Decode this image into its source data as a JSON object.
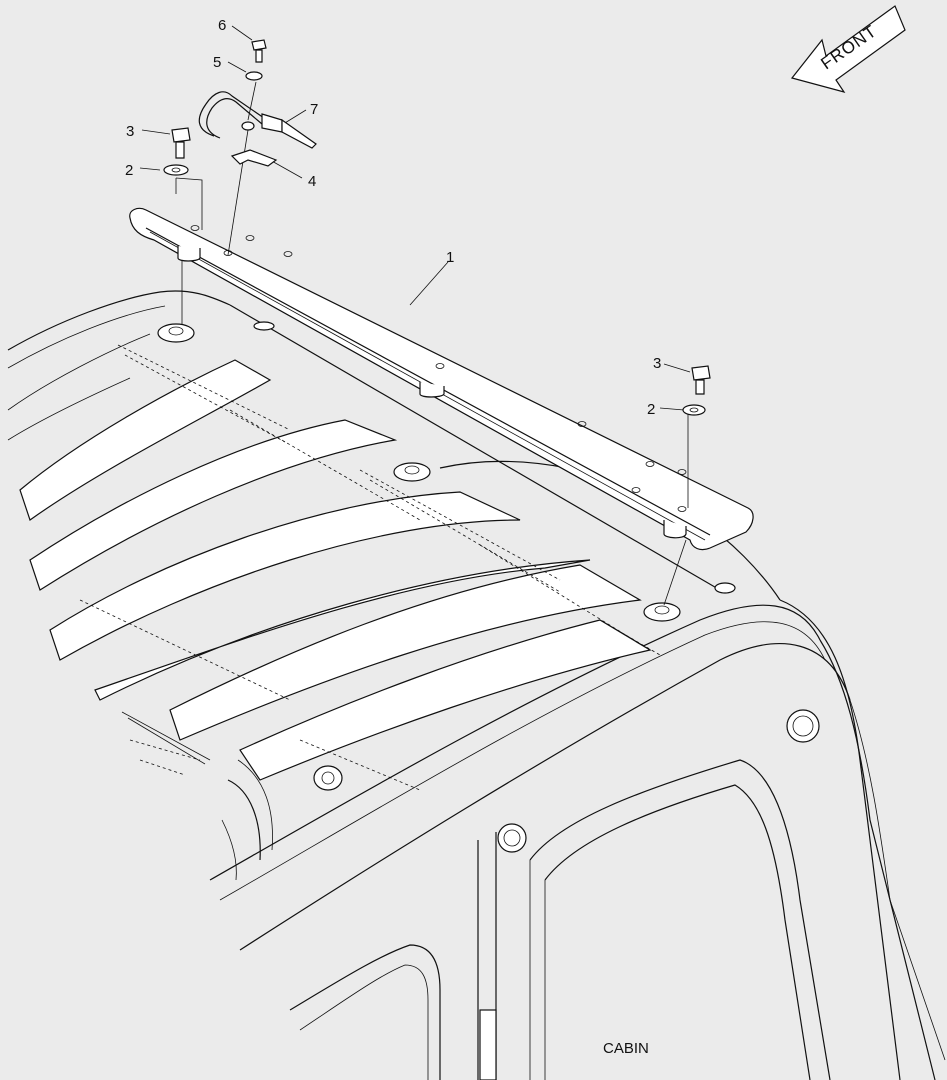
{
  "labels": {
    "p1": "1",
    "p2a": "2",
    "p2b": "2",
    "p3a": "3",
    "p3b": "3",
    "p4": "4",
    "p5": "5",
    "p6": "6",
    "p7": "7"
  },
  "front_arrow": {
    "text": "FRONT"
  },
  "caption": "CABIN",
  "colors": {
    "background": "#ebebeb",
    "line": "#111111",
    "fill": "#ffffff"
  }
}
